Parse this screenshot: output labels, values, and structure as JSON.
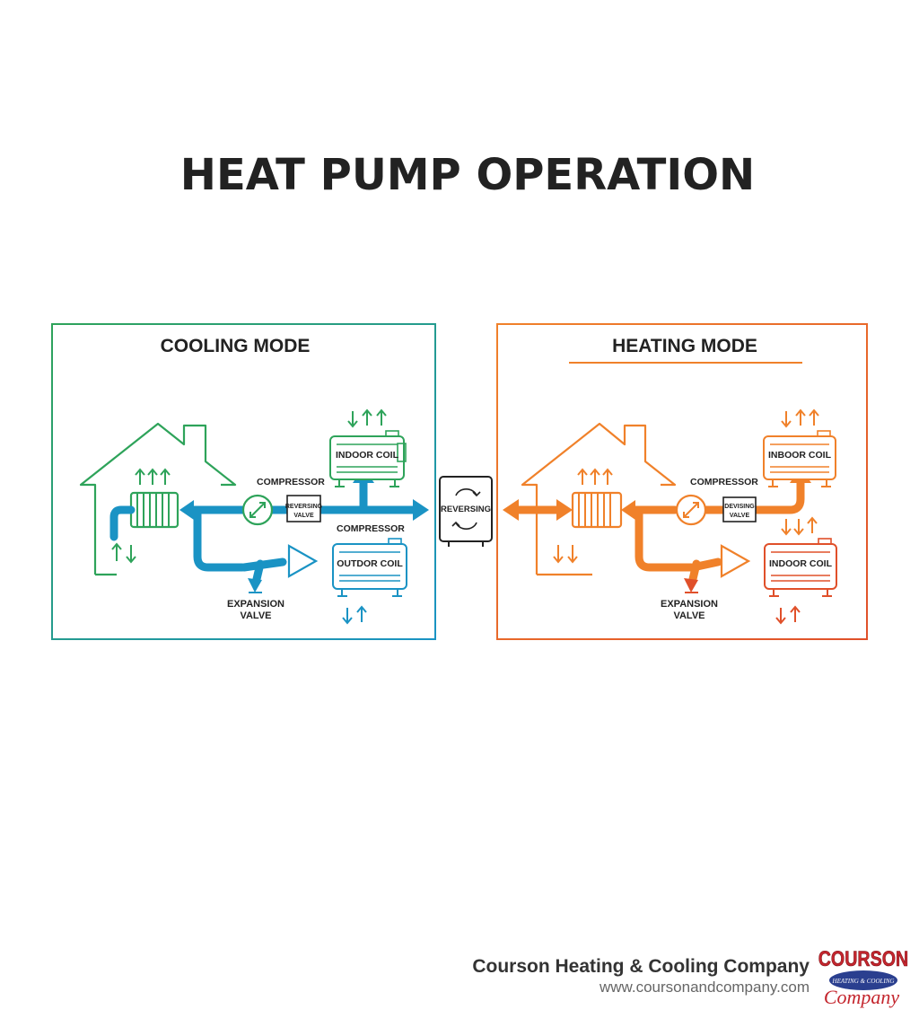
{
  "title": "HEAT PUMP OPERATION",
  "cooling": {
    "title": "COOLING MODE",
    "compressor_label": "COMPRESSOR",
    "reversing_valve_label_1": "REVERSING",
    "reversing_valve_label_2": "VALVE",
    "compressor_label_2": "COMPRESSOR",
    "indoor_coil_label": "INDOOR COIL",
    "outdoor_coil_label": "OUTDOR COIL",
    "expansion_label_1": "EXPANSION",
    "expansion_label_2": "VALVE"
  },
  "center": {
    "reversing_label": "REVERSING"
  },
  "heating": {
    "title": "HEATING MODE",
    "compressor_label": "COMPRESSOR",
    "reversing_valve_label_1": "DEVISING",
    "reversing_valve_label_2": "VALVE",
    "indoor_coil_top_label": "INBOOR COIL",
    "indoor_coil_bottom_label": "INDOOR COIL",
    "expansion_label_1": "EXPANSION",
    "expansion_label_2": "VALVE"
  },
  "footer": {
    "company": "Courson Heating & Cooling Company",
    "url": "www.coursonandcompany.com",
    "logo_word_top": "COURSON",
    "logo_word_mid": "HEATING & COOLING",
    "logo_word_bottom": "Company"
  },
  "colors": {
    "cooling_green": "#2ea35a",
    "cooling_blue": "#1a93c4",
    "heating_orange": "#f0812a",
    "heating_red": "#e0502a",
    "logo_red": "#c4262e",
    "logo_blue": "#2a3f8f"
  }
}
